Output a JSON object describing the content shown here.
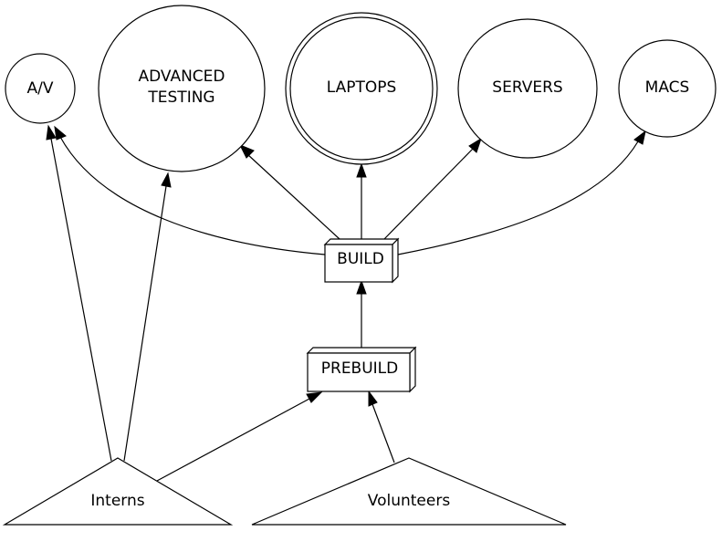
{
  "nodes": {
    "av": {
      "label": "A/V"
    },
    "advanced_testing": {
      "lines": [
        "ADVANCED",
        "TESTING"
      ]
    },
    "laptops": {
      "label": "LAPTOPS"
    },
    "servers": {
      "label": "SERVERS"
    },
    "macs": {
      "label": "MACS"
    },
    "build": {
      "label": "BUILD"
    },
    "prebuild": {
      "label": "PREBUILD"
    },
    "interns": {
      "label": "Interns"
    },
    "volunteers": {
      "label": "Volunteers"
    }
  },
  "edges": [
    {
      "from": "build",
      "to": "av"
    },
    {
      "from": "build",
      "to": "advanced_testing"
    },
    {
      "from": "build",
      "to": "laptops"
    },
    {
      "from": "build",
      "to": "servers"
    },
    {
      "from": "build",
      "to": "macs"
    },
    {
      "from": "prebuild",
      "to": "build"
    },
    {
      "from": "interns",
      "to": "av"
    },
    {
      "from": "interns",
      "to": "advanced_testing"
    },
    {
      "from": "interns",
      "to": "prebuild"
    },
    {
      "from": "volunteers",
      "to": "prebuild"
    }
  ],
  "style": {
    "stroke": "#000000",
    "fill": "#ffffff"
  }
}
